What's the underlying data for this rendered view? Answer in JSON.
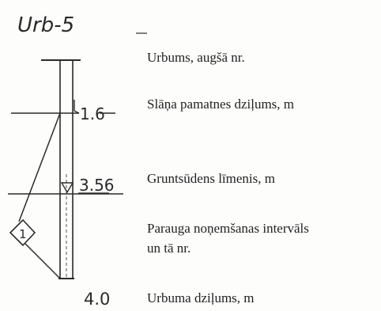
{
  "diagram": {
    "borehole_label": "Urb-5",
    "layer_base_depth": "1.6",
    "groundwater_level": "3.56",
    "sample_number": "1",
    "total_depth": "4.0"
  },
  "legend": {
    "borehole_top": "Urbums, augšā nr.",
    "layer_base_depth": "Slāņa pamatnes dziļums, m",
    "groundwater_level": "Gruntsūdens līmenis, m",
    "sampling_interval_line1": "Parauga noņemšanas intervāls",
    "sampling_interval_line2": "un tā nr.",
    "borehole_depth": "Urbuma dziļums, m"
  },
  "colors": {
    "ink": "#2a2a2a",
    "paper": "#fdfdfc"
  }
}
